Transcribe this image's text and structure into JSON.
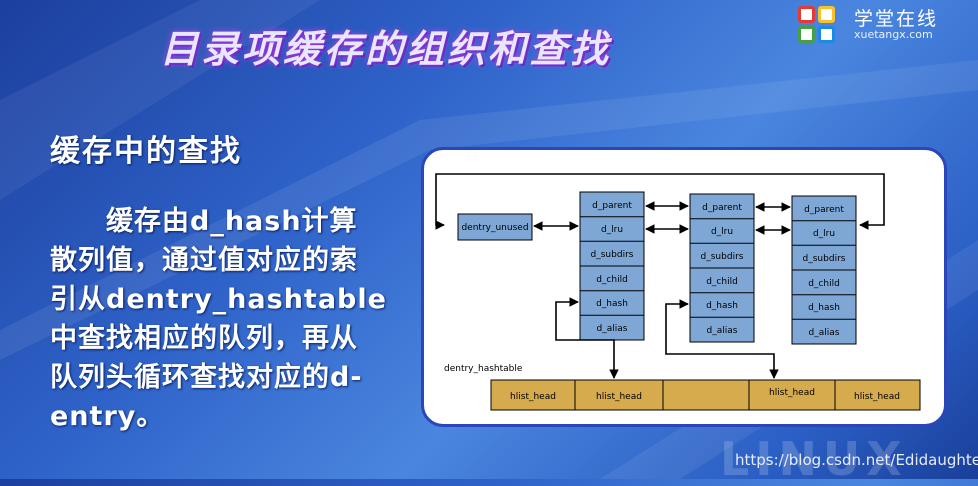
{
  "slide": {
    "title": "目录项缓存的组织和查找",
    "subtitle": "缓存中的查找",
    "paragraph_lines": [
      "　　缓存由d_hash计算",
      "散列值，通过值对应的索",
      "引从dentry_hashtable",
      "中查找相应的队列，再从",
      "队列头循环查找对应的d-",
      "entry。"
    ]
  },
  "logo": {
    "name": "学堂在线",
    "url_text": "xuetangx.com",
    "colors": [
      "#e53935",
      "#fbc02d",
      "#43a047",
      "#1e88e5"
    ]
  },
  "diagram": {
    "dentry_unused_label": "dentry_unused",
    "dentry_fields": [
      "d_parent",
      "d_lru",
      "d_subdirs",
      "d_child",
      "d_hash",
      "d_alias"
    ],
    "hashtable_label": "dentry_hashtable",
    "hashtable_cells": [
      "hlist_head",
      "hlist_head",
      "",
      "hlist_head",
      "hlist_head"
    ],
    "colors": {
      "node": "#7ea7d6",
      "hash_cell": "#d5ab4e",
      "frame": "#2a46b8"
    }
  },
  "watermark": {
    "text": "https://blog.csdn.net/Edidaughter",
    "bg_text": "LINUX"
  }
}
